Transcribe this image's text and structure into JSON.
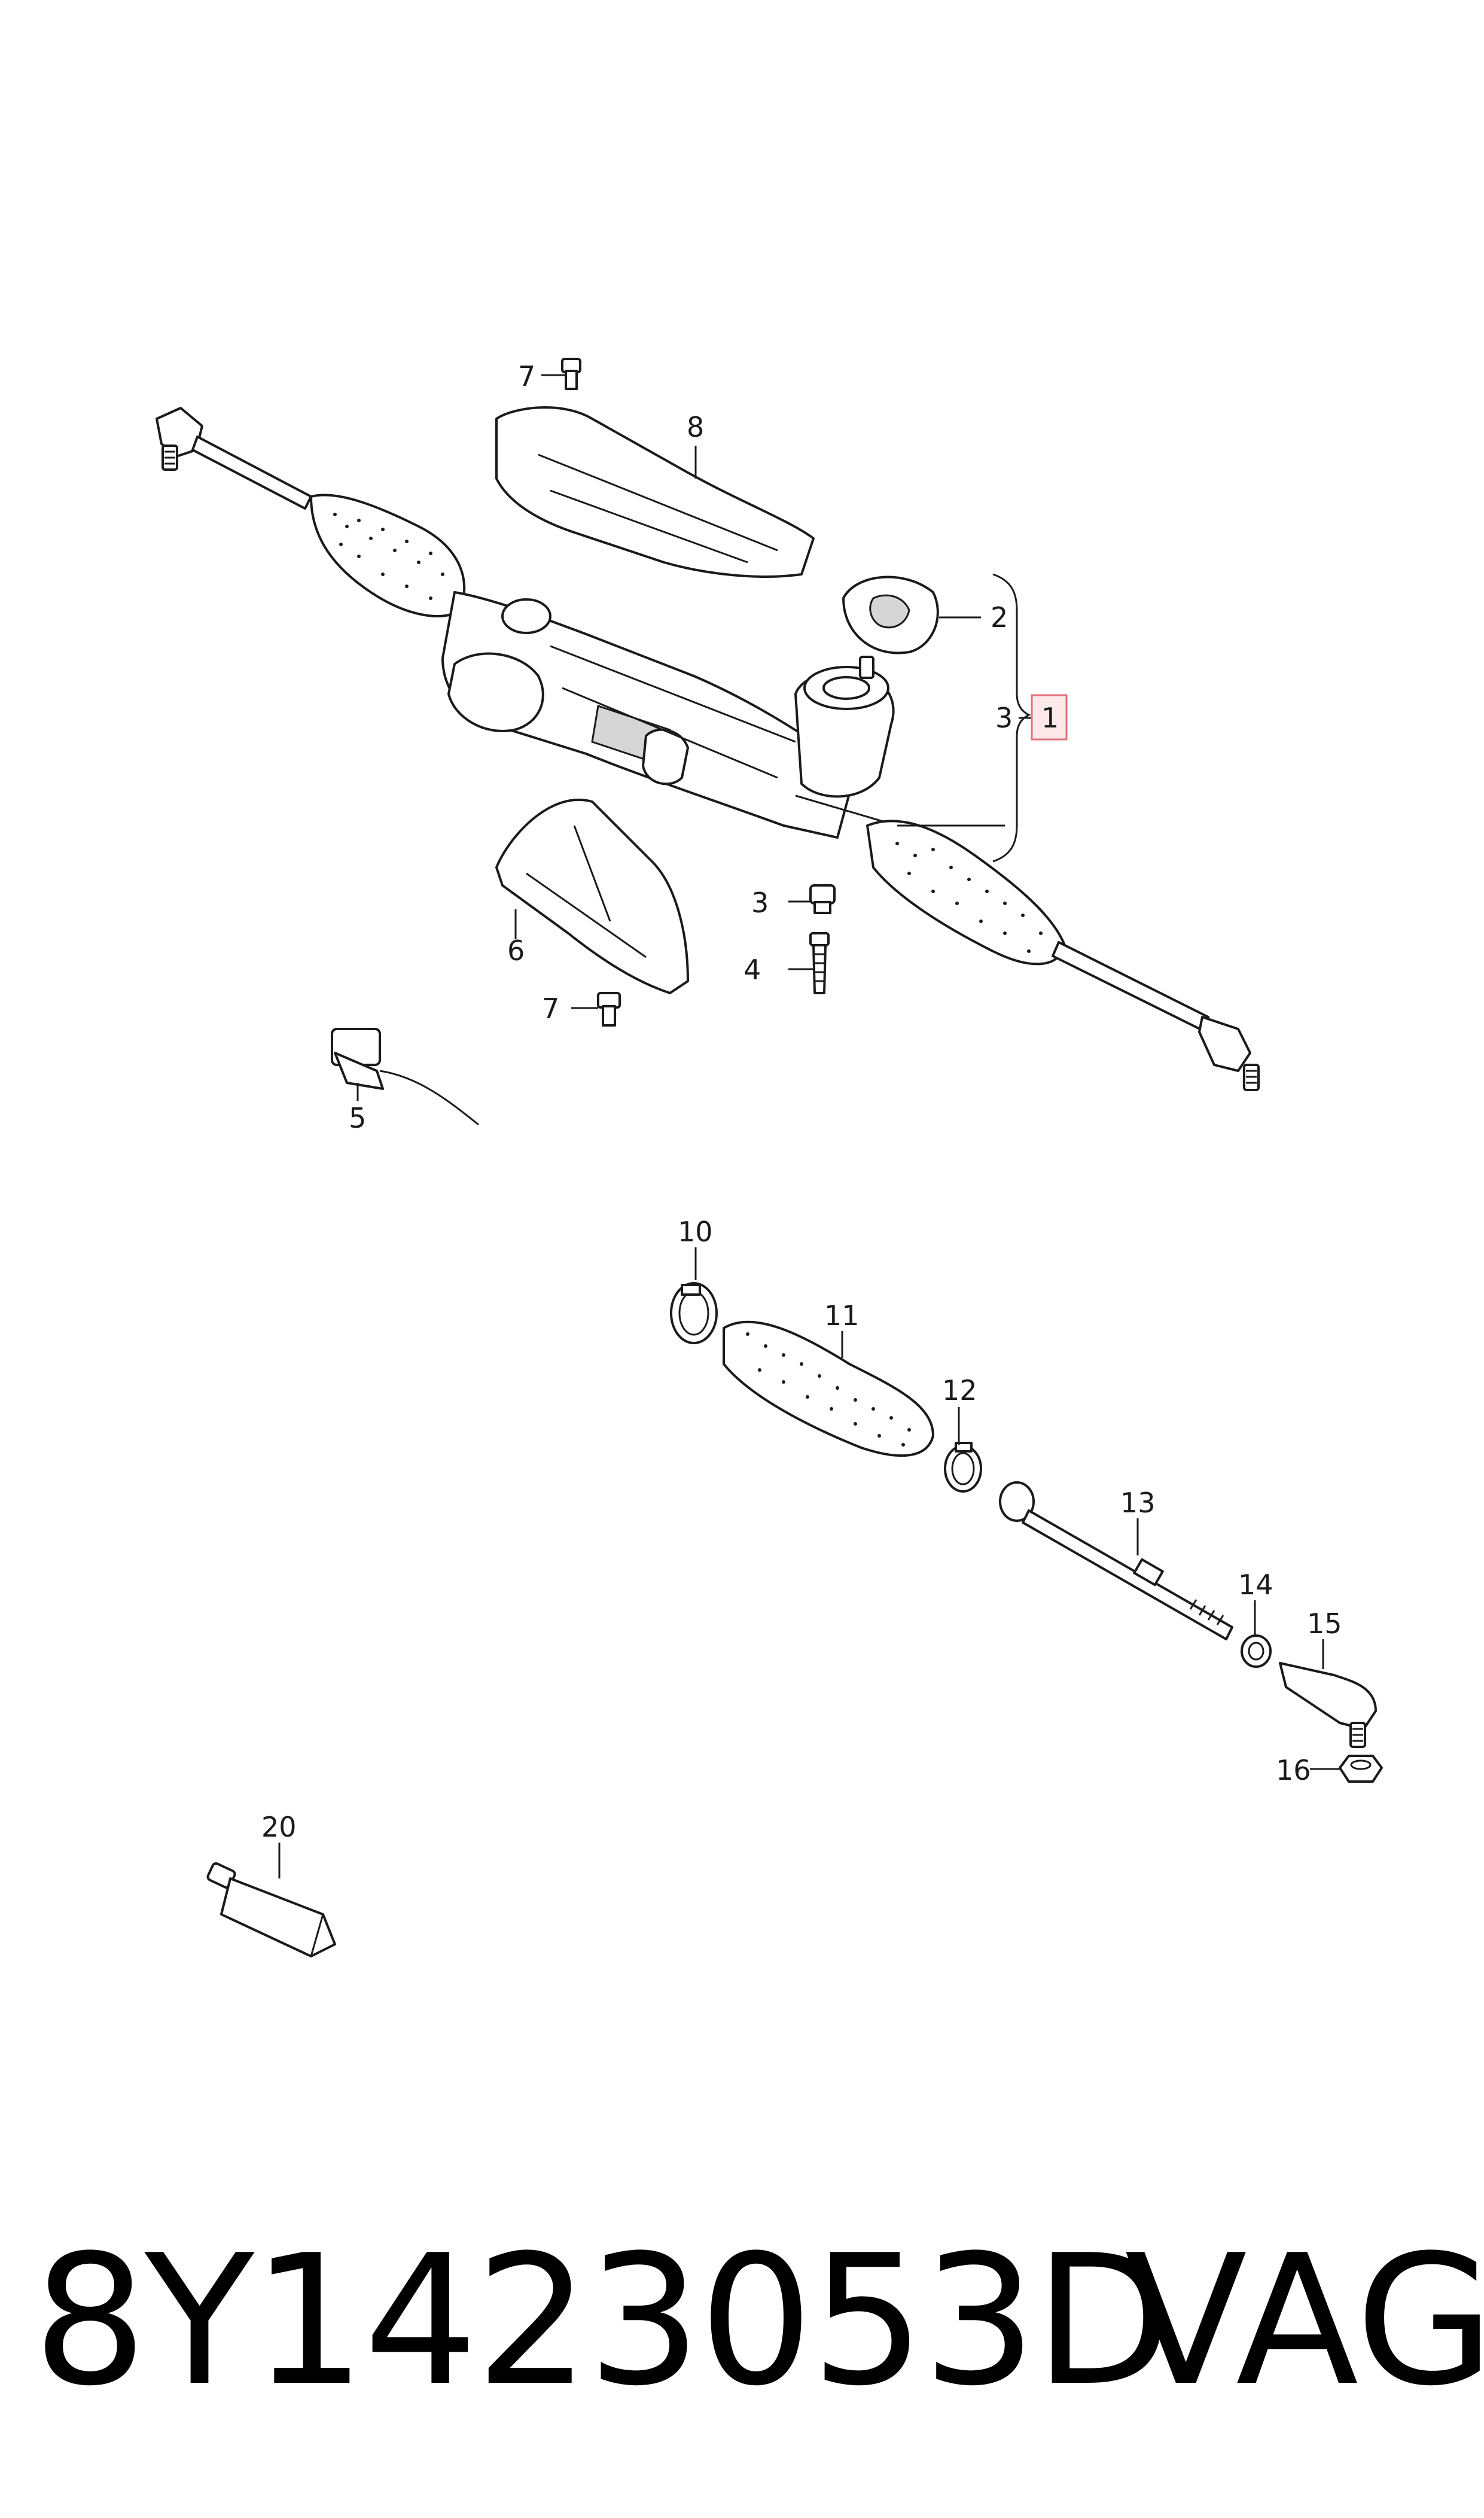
{
  "diagram": {
    "callouts": {
      "c1": "1",
      "c2": "2",
      "c3a": "3",
      "c3b": "3",
      "c4": "4",
      "c5": "5",
      "c6": "6",
      "c7a": "7",
      "c7b": "7",
      "c8": "8",
      "c10": "10",
      "c11": "11",
      "c12": "12",
      "c13": "13",
      "c14": "14",
      "c15": "15",
      "c16": "16",
      "c20": "20"
    },
    "highlight_color": "#e2707d"
  },
  "footer": {
    "part_number": "8Y1423053D",
    "brand": "VAG"
  }
}
